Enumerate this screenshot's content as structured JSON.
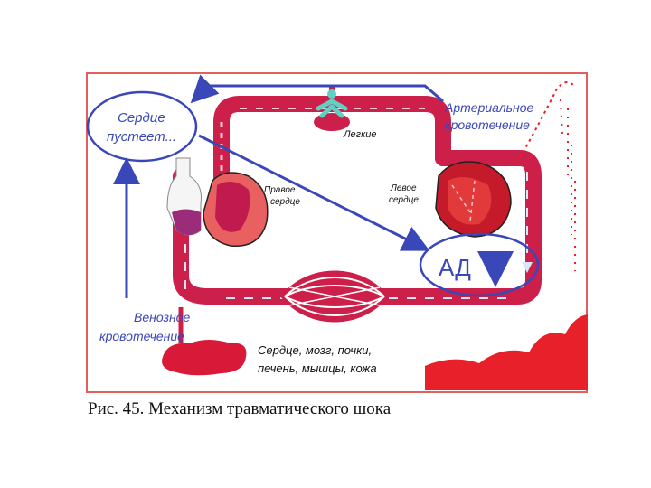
{
  "diagram": {
    "labels": {
      "heart_emptying": [
        "Сердце",
        "пустеет..."
      ],
      "lungs": "Легкие",
      "right_heart": [
        "Правое",
        "сердце"
      ],
      "left_heart": [
        "Левое",
        "сердце"
      ],
      "arterial_bleeding": [
        "Артериальное",
        "кровотечение"
      ],
      "blood_pressure": "АД",
      "venous_bleeding": [
        "Венозное",
        "кровотечение"
      ],
      "organs": [
        "Сердце, мозг, почки,",
        "печень, мышцы, кожа"
      ]
    },
    "colors": {
      "vessel": "#cc1f4a",
      "blood": "#e8202a",
      "arrows_blue": "#3a47b8",
      "border": "#e06060"
    }
  },
  "caption": "Рис. 45.  Механизм травматического шока"
}
